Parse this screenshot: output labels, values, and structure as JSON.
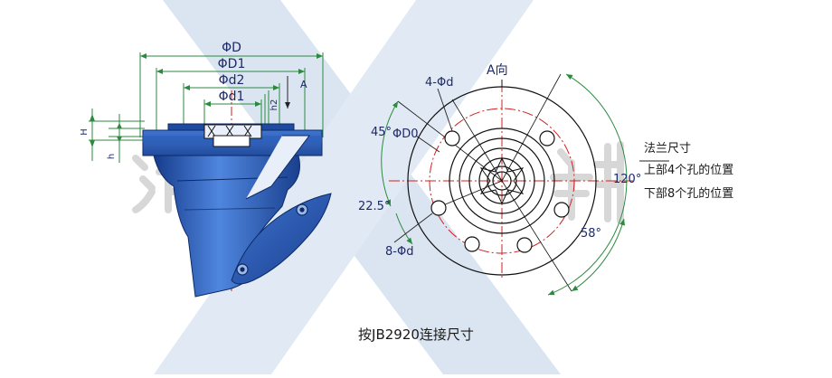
{
  "colors": {
    "steel_blue": "#2f63c4",
    "dimension_green": "#2b8a3e",
    "centerline_red": "#d02020",
    "watermark": "#b9cde4"
  },
  "left_view": {
    "dim_D": "ΦD",
    "dim_D1": "ΦD1",
    "dim_d2": "Φd2",
    "dim_d1": "Φd1",
    "dim_h2": "h2",
    "dim_H": "H",
    "dim_h": "h",
    "arrow_A": "A"
  },
  "right_view": {
    "view_title": "A向",
    "label_4d": "4-Φd",
    "label_45": "45°",
    "label_D0": "ΦD0",
    "label_22_5": "22.5°",
    "label_8d": "8-Φd",
    "label_120": "120°",
    "label_58": "58°"
  },
  "notes": {
    "flange_size": "法兰尺寸",
    "upper_holes": "上部4个孔的位置",
    "lower_holes": "下部8个孔的位置"
  },
  "caption": "按JB2920连接尺寸"
}
